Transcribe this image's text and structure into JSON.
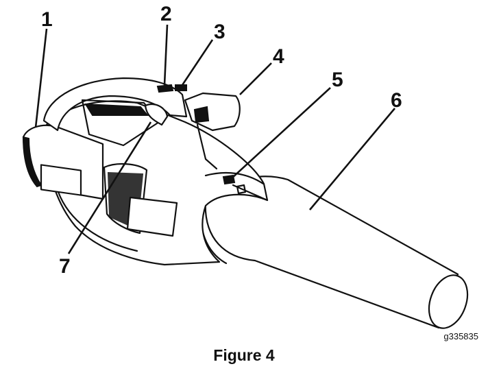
{
  "callouts": [
    "1",
    "2",
    "3",
    "4",
    "5",
    "6",
    "7"
  ],
  "figure_ref": "g335835",
  "caption": "Figure 4"
}
